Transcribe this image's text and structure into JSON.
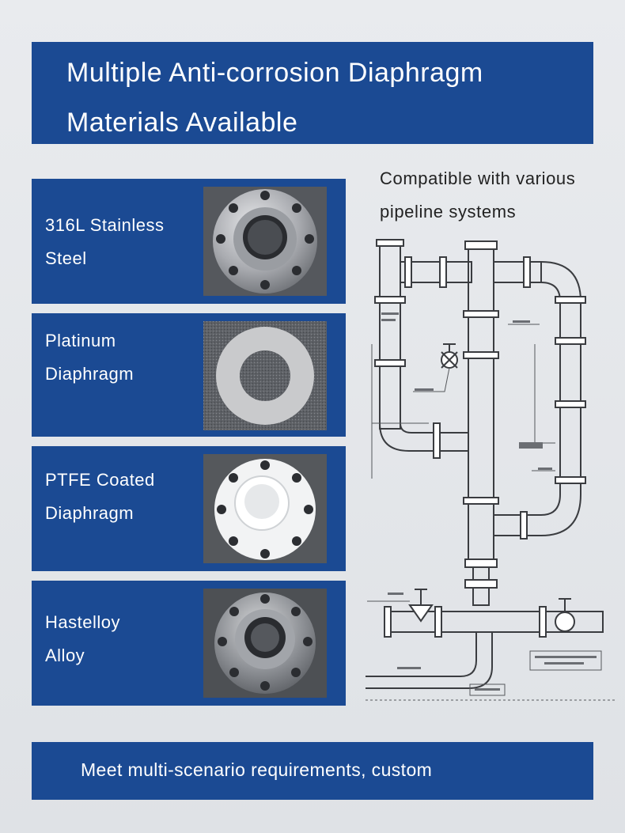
{
  "header": {
    "title_line1": "Multiple Anti-corrosion Diaphragm",
    "title_line2": "Materials Available"
  },
  "materials": [
    {
      "line1": "316L Stainless",
      "line2": "Steel",
      "image": "stainless-flange-photo"
    },
    {
      "line1": "Platinum",
      "line2": "Diaphragm",
      "image": "platinum-ring-photo"
    },
    {
      "line1": "PTFE Coated",
      "line2": "Diaphragm",
      "image": "ptfe-flange-photo"
    },
    {
      "line1": "Hastelloy",
      "line2": "Alloy",
      "image": "hastelloy-flange-photo"
    }
  ],
  "compatibility": {
    "line1": "Compatible with various",
    "line2": "pipeline systems"
  },
  "footer": {
    "text": "Meet multi-scenario requirements, custom"
  },
  "colors": {
    "banner_blue": "#1b4a93",
    "background": "#e4e6e9",
    "text_white": "#ffffff"
  }
}
